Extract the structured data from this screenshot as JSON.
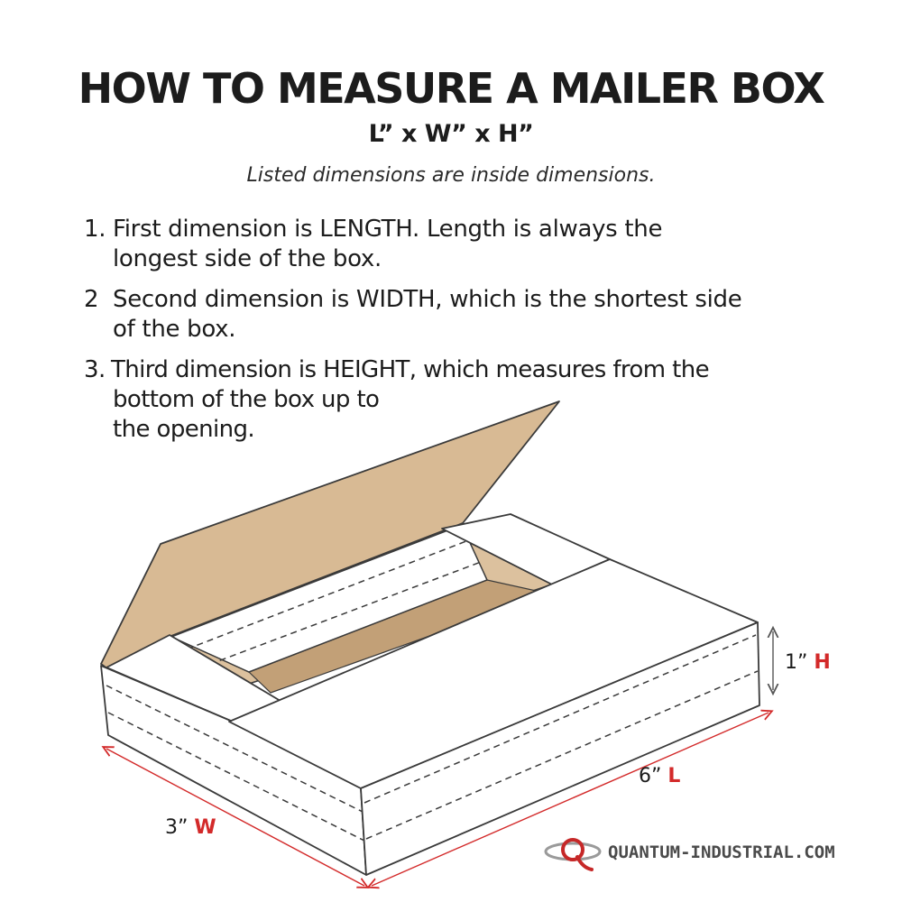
{
  "title": "HOW TO MEASURE A MAILER BOX",
  "subtitle": "L” x W” x H”",
  "note": "Listed dimensions are inside dimensions.",
  "steps": [
    {
      "num": "1.",
      "line1": "First dimension is LENGTH. Length is always the",
      "line2": "longest side of the box."
    },
    {
      "num": "2",
      "line1": "Second dimension is WIDTH, which is the shortest side",
      "line2": "of the box."
    },
    {
      "num": "3.",
      "line1": "Third dimension is HEIGHT, which measures from the",
      "line2": "bottom of the box up to",
      "line3": "the opening."
    }
  ],
  "dimensions": {
    "height": {
      "value": "1”",
      "letter": "H"
    },
    "length": {
      "value": "6”",
      "letter": "L"
    },
    "width": {
      "value": "3”",
      "letter": "W"
    }
  },
  "brand": {
    "text": "QUANTUM-INDUSTRIAL.COM",
    "logo_icon": "quantum-q-logo"
  },
  "colors": {
    "kraft": "#d8ba94",
    "kraft_floor": "#c2a077",
    "accent_red": "#d32a2a",
    "outline": "#3a3a3a"
  }
}
